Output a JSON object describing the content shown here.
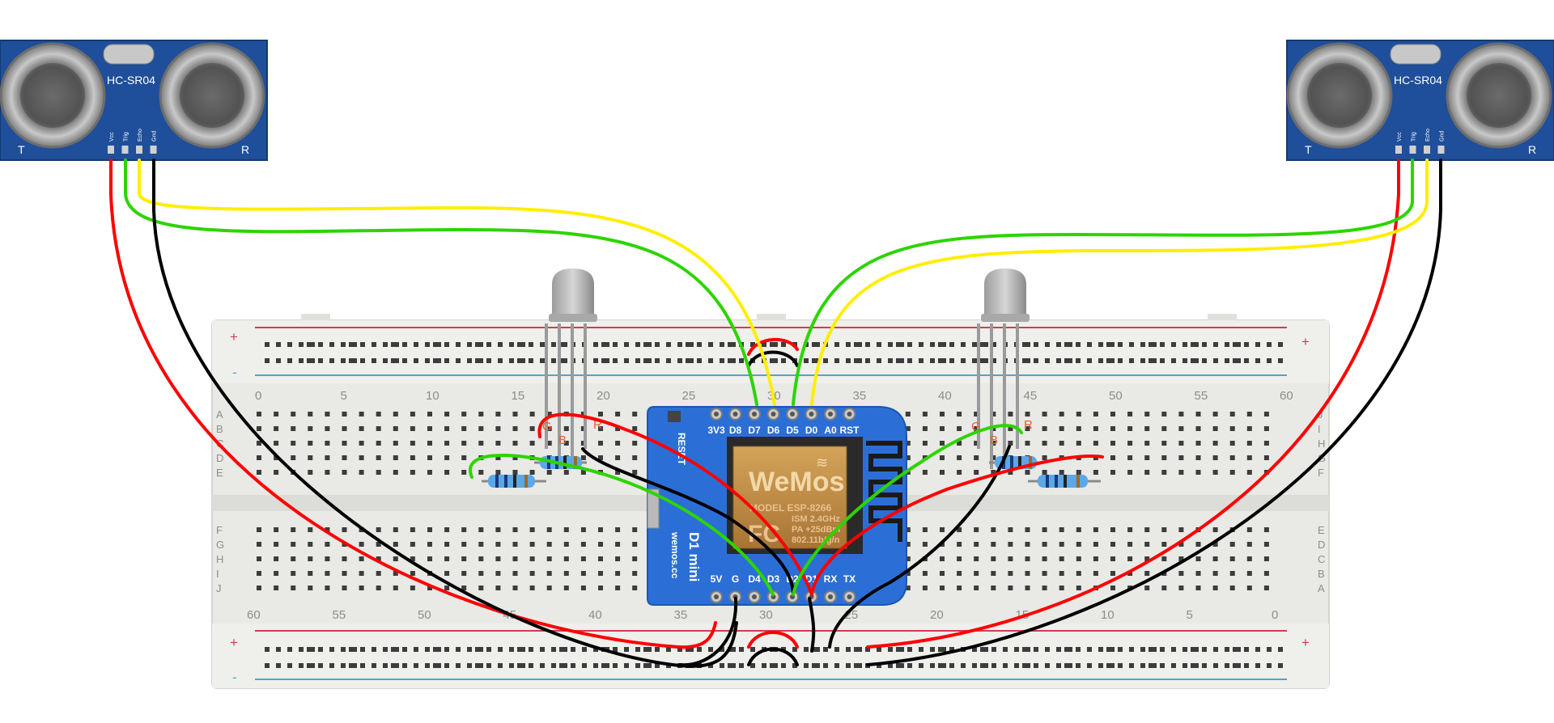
{
  "breadboard": {
    "plus": "+",
    "minus": "-",
    "top_numbers": [
      "0",
      "5",
      "10",
      "15",
      "20",
      "25",
      "30",
      "35",
      "40",
      "45",
      "50",
      "55",
      "60"
    ],
    "bottom_numbers": [
      "60",
      "55",
      "50",
      "45",
      "40",
      "35",
      "30",
      "25",
      "20",
      "15",
      "10",
      "5",
      "0"
    ],
    "left_top_rows": [
      "A",
      "B",
      "C",
      "D",
      "E"
    ],
    "left_bottom_rows": [
      "F",
      "G",
      "H",
      "I",
      "J"
    ],
    "right_top_rows": [
      "J",
      "I",
      "H",
      "G",
      "F"
    ],
    "right_bottom_rows": [
      "E",
      "D",
      "C",
      "B",
      "A"
    ]
  },
  "board": {
    "top_pins": [
      "3V3",
      "D8",
      "D7",
      "D6",
      "D5",
      "D0",
      "A0",
      "RST"
    ],
    "bottom_pins": [
      "5V",
      "G",
      "D4",
      "D3",
      "D2",
      "D1",
      "RX",
      "TX"
    ],
    "reset_label": "RESET",
    "logo": "WeMos",
    "model": "MODEL  ESP-8266",
    "fc": "FC",
    "spec1": "ISM  2.4GHz",
    "spec2": "PA  +25dBm",
    "spec3": "802.11b/g/n",
    "name": "D1 mini",
    "site": "wemos.cc"
  },
  "sensors": {
    "model": "HC-SR04",
    "t_label": "T",
    "r_label": "R",
    "pins": [
      "Vcc",
      "Trig",
      "Echo",
      "Gnd"
    ]
  },
  "leds": {
    "g_label": "G",
    "b_label": "B",
    "r_label": "R"
  },
  "colors": {
    "wire_red": "#ff0000",
    "wire_green": "#2dd400",
    "wire_yellow": "#ffee00",
    "wire_black": "#000000",
    "board_blue": "#2b6fd6",
    "sensor_blue": "#1f4f9a"
  }
}
